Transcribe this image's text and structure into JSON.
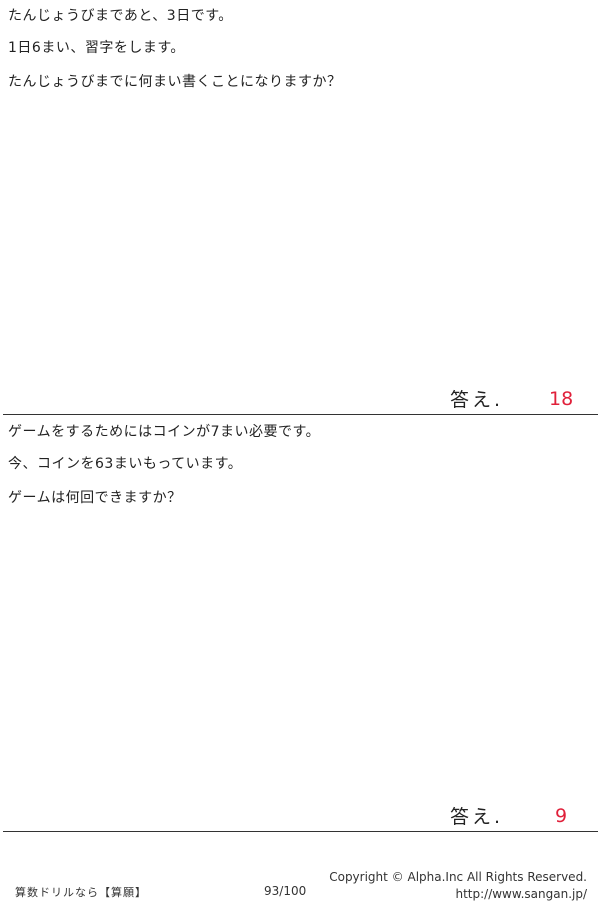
{
  "problems": [
    {
      "lines": [
        "たんじょうびまであと、3日です。",
        "1日6まい、習字をします。",
        "たんじょうびまでに何まい書くことになりますか？"
      ],
      "answer_label": "答え.",
      "answer_value": "18"
    },
    {
      "lines": [
        "ゲームをするためにはコインが7まい必要です。",
        "今、コインを63まいもっています。",
        "ゲームは何回できますか？"
      ],
      "answer_label": "答え.",
      "answer_value": "9"
    }
  ],
  "footer": {
    "left": "算数ドリルなら【算願】",
    "page": "93/100",
    "copyright": "Copyright ©  Alpha.Inc All Rights Reserved.",
    "url": "http://www.sangan.jp/"
  },
  "colors": {
    "answer": "#e0203a",
    "text": "#222222",
    "rule": "#333333"
  }
}
